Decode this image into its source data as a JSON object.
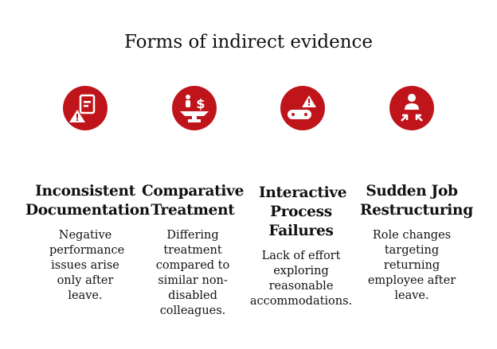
{
  "title": "Forms of indirect evidence",
  "accent": "#c0141b",
  "items": [
    {
      "icon": "document-warning-icon",
      "heading": "Inconsistent Documentation",
      "body": "Negative performance issues arise only after leave."
    },
    {
      "icon": "person-money-scale-icon",
      "heading": "Comparative Treatment",
      "body": "Differing treatment compared to similar non-disabled colleagues."
    },
    {
      "icon": "mechanism-warning-icon",
      "heading": "Interactive Process Failures",
      "body": "Lack of effort exploring reasonable accommodations."
    },
    {
      "icon": "person-restructure-icon",
      "heading": "Sudden Job Restructuring",
      "body": "Role changes targeting returning employee after leave."
    }
  ]
}
